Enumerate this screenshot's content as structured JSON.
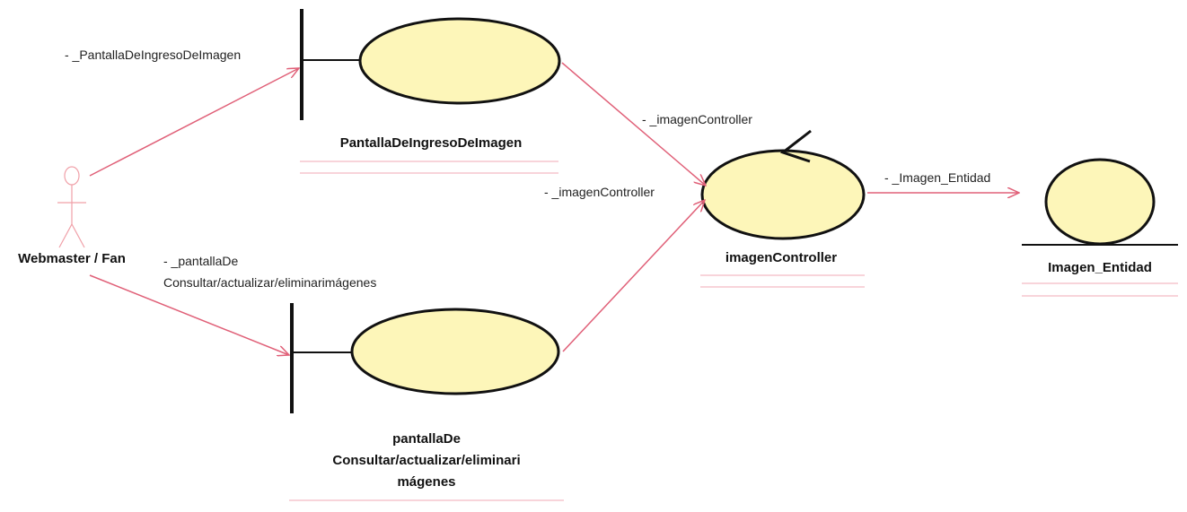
{
  "nodes": {
    "actor": {
      "label": "Webmaster / Fan"
    },
    "boundary_ingreso": {
      "label": "PantallaDeIngresoDeImagen"
    },
    "boundary_consultar": {
      "label_lines": [
        "pantallaDe",
        "Consultar/actualizar/eliminari",
        "mágenes"
      ]
    },
    "control": {
      "label": "imagenController"
    },
    "entity": {
      "label": "Imagen_Entidad"
    }
  },
  "edges": {
    "actor_to_ingreso": "- _PantallaDeIngresoDeImagen",
    "actor_to_consultar": [
      "- _pantallaDe",
      "Consultar/actualizar/eliminarimágenes"
    ],
    "ingreso_to_control": "- _imagenController",
    "consultar_to_control": "- _imagenController",
    "control_to_entity": "- _Imagen_Entidad"
  },
  "colors": {
    "fill": "#fdf6b9",
    "outline": "#111111",
    "arrow": "#e06078",
    "separator": "#f0a8b4"
  }
}
